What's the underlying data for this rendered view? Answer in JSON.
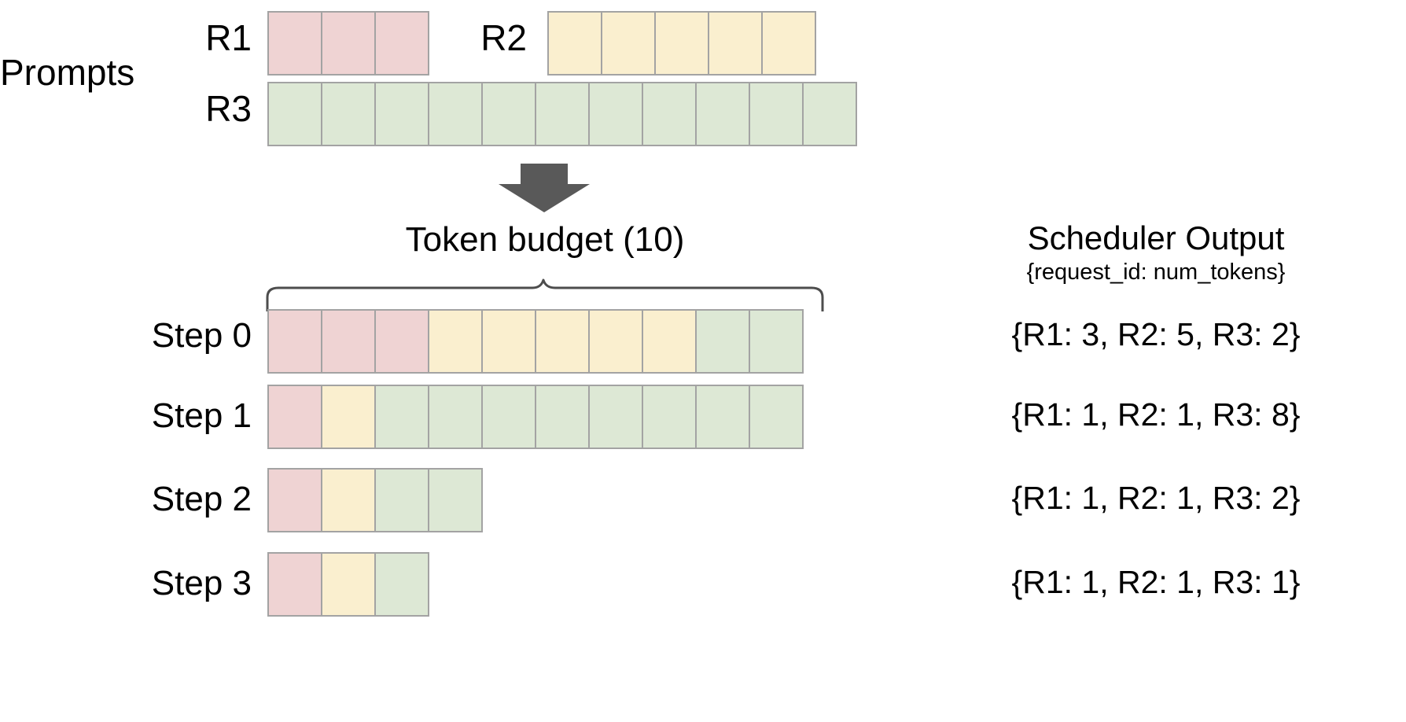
{
  "diagram": {
    "title_prompts": "Prompts",
    "budget_label": "Token budget (10)",
    "scheduler_title": "Scheduler Output",
    "scheduler_subtitle": "{request_id: num_tokens}",
    "arrow_icon": "down-arrow-icon",
    "brace_icon": "curly-brace-icon",
    "colors": {
      "r1": "#efd3d3",
      "r2": "#faefcf",
      "r3": "#dde8d5",
      "cell_border": "#a3a3a3",
      "arrow": "#595959",
      "brace": "#4d4d4d",
      "text": "#000000",
      "background": "#ffffff"
    },
    "token_budget": 10
  },
  "prompts": {
    "rows": [
      {
        "label": "R1",
        "request": "R1",
        "num_tokens": 3,
        "color_key": "r1"
      },
      {
        "label": "R2",
        "request": "R2",
        "num_tokens": 5,
        "color_key": "r2"
      },
      {
        "label": "R3",
        "request": "R3",
        "num_tokens": 11,
        "color_key": "r3"
      }
    ]
  },
  "steps": [
    {
      "label": "Step 0",
      "segments": [
        {
          "request": "R1",
          "count": 3,
          "color_key": "r1"
        },
        {
          "request": "R2",
          "count": 5,
          "color_key": "r2"
        },
        {
          "request": "R3",
          "count": 2,
          "color_key": "r3"
        }
      ],
      "output": "{R1: 3, R2: 5, R3: 2}",
      "total": 10
    },
    {
      "label": "Step 1",
      "segments": [
        {
          "request": "R1",
          "count": 1,
          "color_key": "r1"
        },
        {
          "request": "R2",
          "count": 1,
          "color_key": "r2"
        },
        {
          "request": "R3",
          "count": 8,
          "color_key": "r3"
        }
      ],
      "output": "{R1: 1, R2: 1, R3: 8}",
      "total": 10
    },
    {
      "label": "Step 2",
      "segments": [
        {
          "request": "R1",
          "count": 1,
          "color_key": "r1"
        },
        {
          "request": "R2",
          "count": 1,
          "color_key": "r2"
        },
        {
          "request": "R3",
          "count": 2,
          "color_key": "r3"
        }
      ],
      "output": "{R1: 1, R2: 1, R3: 2}",
      "total": 4
    },
    {
      "label": "Step 3",
      "segments": [
        {
          "request": "R1",
          "count": 1,
          "color_key": "r1"
        },
        {
          "request": "R2",
          "count": 1,
          "color_key": "r2"
        },
        {
          "request": "R3",
          "count": 1,
          "color_key": "r3"
        }
      ],
      "output": "{R1: 1, R2: 1, R3: 1}",
      "total": 3
    }
  ],
  "chart_data": {
    "type": "bar",
    "title": "Token budget (10)",
    "categories": [
      "Step 0",
      "Step 1",
      "Step 2",
      "Step 3"
    ],
    "series": [
      {
        "name": "R1",
        "values": [
          3,
          1,
          1,
          1
        ]
      },
      {
        "name": "R2",
        "values": [
          5,
          1,
          1,
          1
        ]
      },
      {
        "name": "R3",
        "values": [
          2,
          8,
          2,
          1
        ]
      }
    ],
    "prompt_lengths": {
      "R1": 3,
      "R2": 5,
      "R3": 11
    },
    "xlabel": "",
    "ylabel": "num_tokens",
    "ylim": [
      0,
      10
    ],
    "legend": [
      "R1",
      "R2",
      "R3"
    ],
    "grid": false
  }
}
